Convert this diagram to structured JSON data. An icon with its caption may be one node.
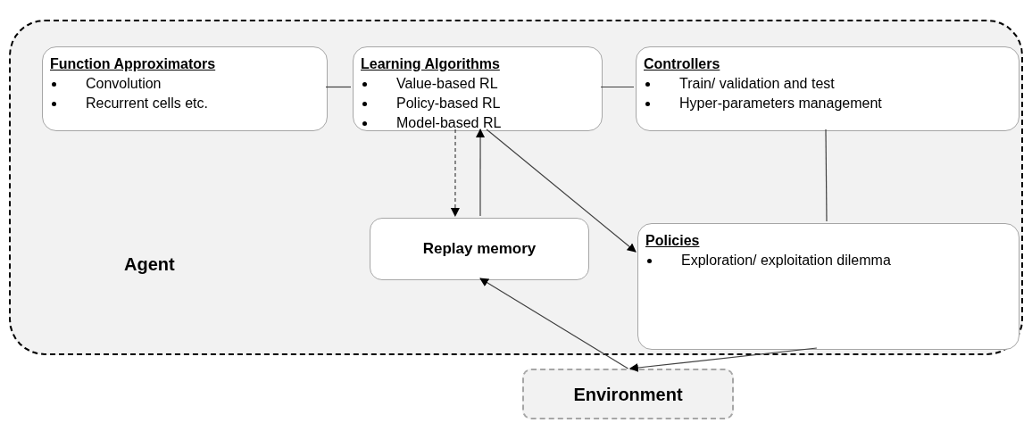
{
  "diagram": {
    "nodes": [
      {
        "text": [
          "Agent"
        ]
      },
      {
        "text": [
          "Function Approximators",
          "Convolution",
          "Recurrent cells etc."
        ],
        "in": 0
      },
      {
        "text": [
          "Learning Algorithms",
          "Value-based RL",
          "Policy-based RL",
          "Model-based RL"
        ],
        "in": 0
      },
      {
        "text": [
          "Controllers",
          "Train/ validation and test",
          "Hyper-parameters management"
        ],
        "in": 0
      },
      {
        "text": [
          "Replay memory"
        ],
        "in": 0
      },
      {
        "text": [
          "Policies",
          "Exploration/ exploitation dilemma"
        ],
        "in": 0
      },
      {
        "text": [
          "Environment"
        ]
      }
    ],
    "edges": [
      {
        "from": 1,
        "to": 2,
        "arrow": "none"
      },
      {
        "from": 2,
        "to": 3,
        "arrow": "none"
      },
      {
        "from": 3,
        "to": 5,
        "arrow": "none"
      },
      {
        "from": 2,
        "to": 4,
        "arrow": "to",
        "style": "dashed"
      },
      {
        "from": 4,
        "to": 2,
        "arrow": "to"
      },
      {
        "from": 2,
        "to": 5,
        "arrow": "to"
      },
      {
        "from": 6,
        "to": 4,
        "arrow": "to"
      },
      {
        "from": 5,
        "to": 6,
        "arrow": "to"
      }
    ]
  }
}
